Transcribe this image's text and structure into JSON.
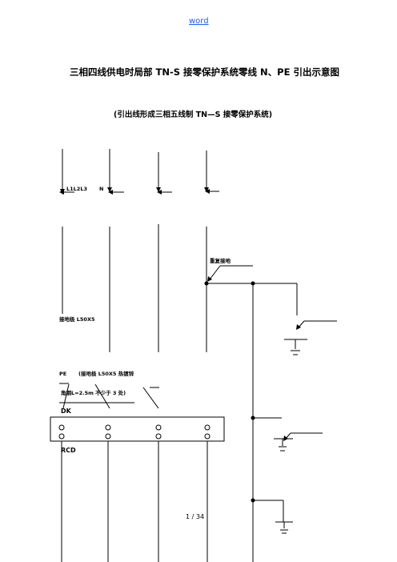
{
  "header": {
    "link_text": "word"
  },
  "title": "三相四线供电时局部 TN-S 接零保护系统零线 N、PE 引出示意图",
  "subtitle": "(引出线形成三相五线制 TN—S 接零保护系统)",
  "diagram": {
    "labels": {
      "phases": "L1L2L3",
      "neutral": "N",
      "repeat_ground": "重复接地",
      "ground_electrode": "接地极 L50X5",
      "pe_label": "PE",
      "pe_spec_line1": "(接地极 L50X5 热镀锌",
      "pe_spec_line2": "角钢L=2.5m 不少于 3 处)",
      "switch_box": "DK",
      "rcd": "RCD"
    }
  },
  "footer": {
    "page_number": "1 / 34"
  }
}
